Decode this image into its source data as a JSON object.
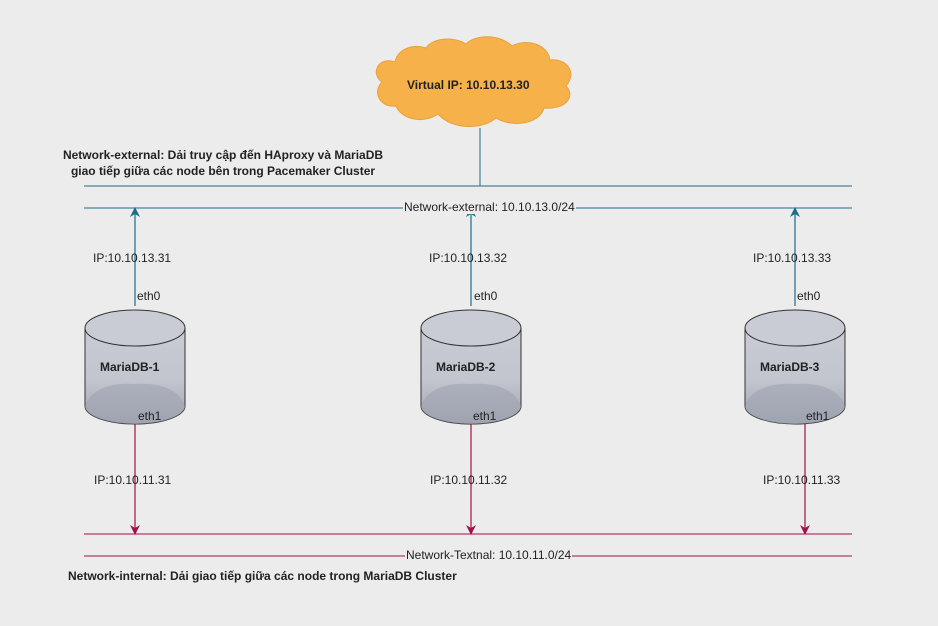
{
  "cloud": {
    "label": "Virtual IP: 10.10.13.30",
    "color": "#f7b14b",
    "stroke": "#e8a23c"
  },
  "external": {
    "note_line1": "Network-external: Dải truy cập đến HAproxy và MariaDB",
    "note_line2": "giao tiếp giữa các node bên trong Pacemaker Cluster",
    "network_label": "Network-external: 10.10.13.0/24",
    "color": "#1a6e8a"
  },
  "internal": {
    "note": "Network-internal: Dải giao tiếp  giữa các node trong MariaDB Cluster",
    "network_label": "Network-Textnal: 10.10.11.0/24",
    "color": "#a0124a"
  },
  "nodes": [
    {
      "name": "MariaDB-1",
      "ext_ip": "IP:10.10.13.31",
      "int_ip": "IP:10.10.11.31",
      "eth0": "eth0",
      "eth1": "eth1"
    },
    {
      "name": "MariaDB-2",
      "ext_ip": "IP:10.10.13.32",
      "int_ip": "IP:10.10.11.32",
      "eth0": "eth0",
      "eth1": "eth1"
    },
    {
      "name": "MariaDB-3",
      "ext_ip": "IP:10.10.13.33",
      "int_ip": "IP:10.10.11.33",
      "eth0": "eth0",
      "eth1": "eth1"
    }
  ]
}
